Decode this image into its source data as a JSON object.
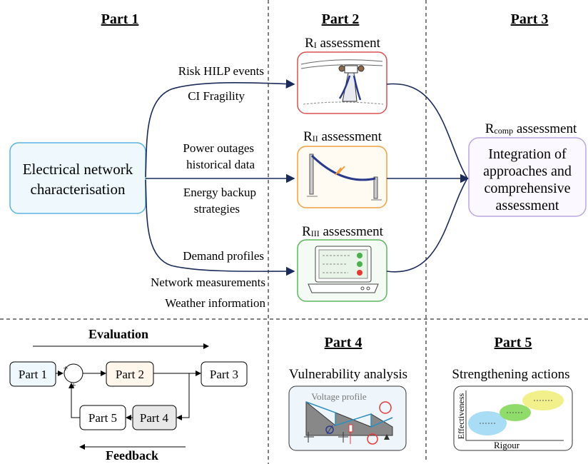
{
  "parts": {
    "part1": "Part 1",
    "part2": "Part 2",
    "part3": "Part 3",
    "part4": "Part 4",
    "part5": "Part 5"
  },
  "network": {
    "line1": "Electrical network",
    "line2": "characterisation"
  },
  "inputs": {
    "risk_hilp": "Risk HILP events",
    "ci_fragility": "CI Fragility",
    "power_outages": "Power outages",
    "historical_data": "historical data",
    "energy_backup_1": "Energy backup",
    "energy_backup_2": "strategies",
    "demand_profiles": "Demand profiles",
    "network_measurements": "Network measurements",
    "weather_information": "Weather information"
  },
  "assessments": {
    "r1_symbol": "R",
    "r1_sub": "I",
    "r1_text": " assessment",
    "r2_symbol": "R",
    "r2_sub": "II",
    "r2_text": " assessment",
    "r3_symbol": "R",
    "r3_sub": "III",
    "r3_text": " assessment",
    "rcomp_symbol": "R",
    "rcomp_sub": "comp",
    "rcomp_text": " assessment"
  },
  "integration": {
    "line1": "Integration of",
    "line2": "approaches and",
    "line3": "comprehensive",
    "line4": "assessment"
  },
  "loop": {
    "evaluation": "Evaluation",
    "feedback": "Feedback",
    "plus1": "+",
    "plus2": "+",
    "box_part1": "Part 1",
    "box_part2": "Part 2",
    "box_part3": "Part 3",
    "box_part4": "Part 4",
    "box_part5": "Part 5"
  },
  "vulnerability": {
    "title": "Vulnerability analysis",
    "voltage_profile": "Voltage profile"
  },
  "strengthening": {
    "title": "Strengthening actions",
    "y_label": "Effectiveness",
    "x_label": "Rigour"
  },
  "colors": {
    "network_border": "#5ab4e0",
    "network_fill": "#eef8fd",
    "r1_border": "#d9534f",
    "r2_border": "#f0a040",
    "r3_border": "#5cb85c",
    "rcomp_border": "#b9a6e0",
    "arrow": "#1a2a5a"
  }
}
